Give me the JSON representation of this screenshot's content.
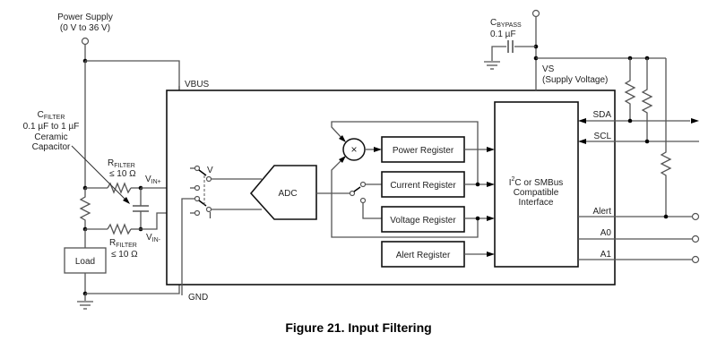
{
  "figure": {
    "caption": "Figure 21.  Input Filtering"
  },
  "power_supply": {
    "label_line1": "Power Supply",
    "label_line2": "(0 V to 36 V)"
  },
  "c_filter": {
    "name": "C",
    "sub": "FILTER",
    "value": "0.1 µF to 1 µF",
    "type_line1": "Ceramic",
    "type_line2": "Capacitor"
  },
  "r_filter_top": {
    "name": "R",
    "sub": "FILTER",
    "value": "≤ 10 Ω"
  },
  "r_filter_bottom": {
    "name": "R",
    "sub": "FILTER",
    "value": "≤ 10 Ω"
  },
  "vin_plus": {
    "name": "V",
    "sub": "IN+"
  },
  "vin_minus": {
    "name": "V",
    "sub": "IN-"
  },
  "load": {
    "label": "Load"
  },
  "pins": {
    "vbus": "VBUS",
    "gnd": "GND",
    "vs_line1": "VS",
    "vs_line2": "(Supply Voltage)",
    "sda": "SDA",
    "scl": "SCL",
    "alert": "Alert",
    "a0": "A0",
    "a1": "A1"
  },
  "c_bypass": {
    "name": "C",
    "sub": "BYPASS",
    "value": "0.1 µF"
  },
  "switch": {
    "v_label": "V",
    "i_label": "I"
  },
  "adc": {
    "label": "ADC"
  },
  "multiplier": {
    "symbol": "×"
  },
  "registers": {
    "power": "Power Register",
    "current": "Current Register",
    "voltage": "Voltage Register",
    "alert": "Alert Register"
  },
  "interface": {
    "line1_pre": "I",
    "line1_sup": "2",
    "line1_post": "C or SMBus",
    "line2": "Compatible",
    "line3": "Interface"
  }
}
